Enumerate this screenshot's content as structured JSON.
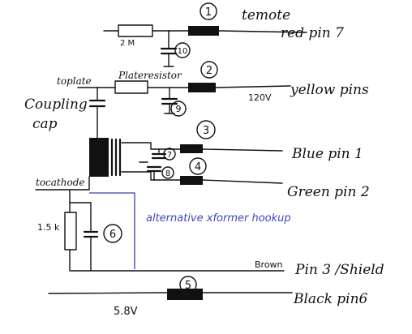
{
  "labels": {
    "wire1_name": "temote",
    "wire1_sub": "red pin 7",
    "wire2_name": "yellow pins",
    "wire3_name": "Blue pin 1",
    "wire4_name": "Green pin 2",
    "wire_brown_tag": "Brown",
    "wire_brown_name": "Pin 3 /Shield",
    "wire5_name": "Black pin6",
    "resistor_top": "2 M",
    "resistor_plate": "Plateresistor",
    "toplate": "toplate",
    "coupling1": "Coupling",
    "coupling2": "cap",
    "tocathode": "tocathode",
    "resistor_cathode": "1.5 k",
    "voltage_plate": "120V",
    "voltage_bottom": "5.8V",
    "alt_note": "alternative xformer hookup"
  },
  "circles": {
    "c1": "1",
    "c2": "2",
    "c3": "3",
    "c4": "4",
    "c5": "5",
    "c6": "6",
    "c7": "7",
    "c8": "8",
    "c9": "9",
    "c10": "10"
  }
}
